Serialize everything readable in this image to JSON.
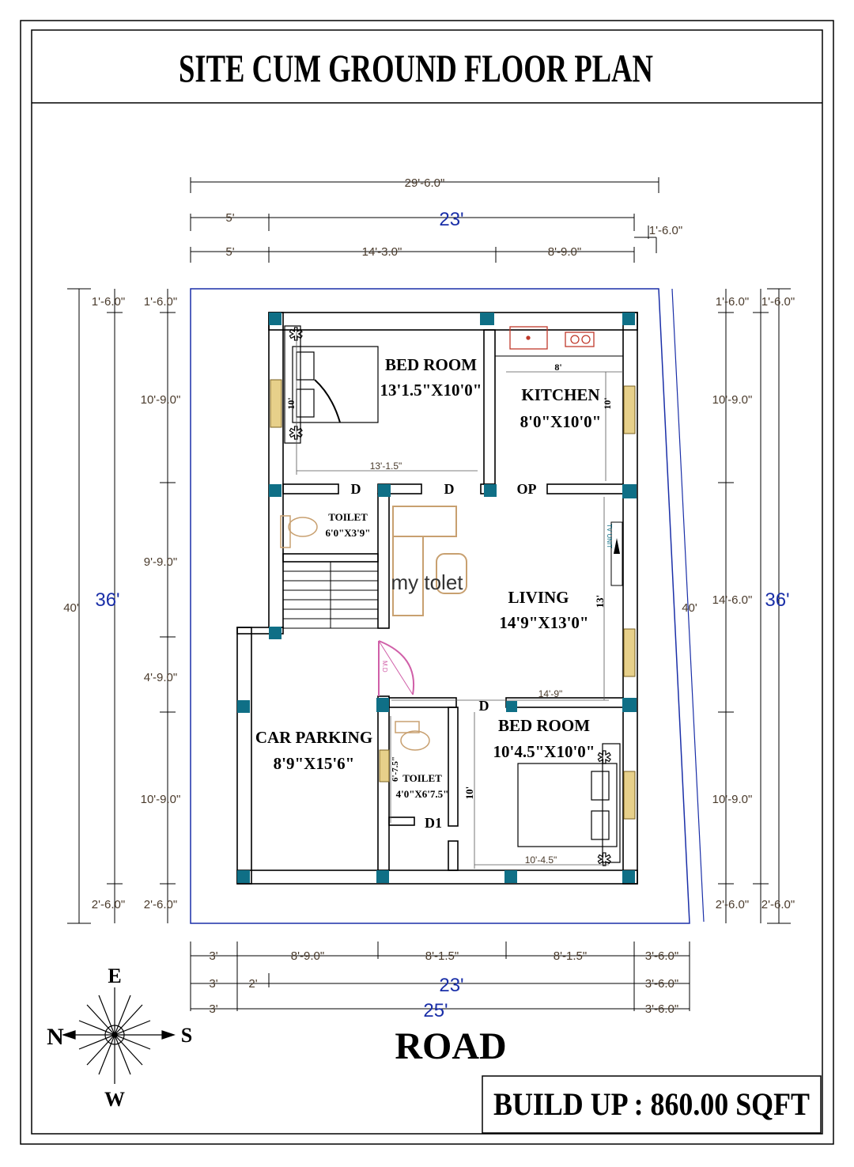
{
  "title": "SITE CUM GROUND FLOOR PLAN",
  "road": "ROAD",
  "build_up": "BUILD UP : 860.00 SQFT",
  "watermark": "my tolet",
  "compass": {
    "e": "E",
    "w": "W",
    "n": "N",
    "s": "S"
  },
  "rooms": {
    "bed1": {
      "name": "BED ROOM",
      "size": "13'1.5\"X10'0\""
    },
    "kitchen": {
      "name": "KITCHEN",
      "size": "8'0\"X10'0\""
    },
    "toilet1": {
      "name": "TOILET",
      "size": "6'0\"X3'9\""
    },
    "living": {
      "name": "LIVING",
      "size": "14'9\"X13'0\""
    },
    "parking": {
      "name": "CAR PARKING",
      "size": "8'9\"X15'6\""
    },
    "toilet2": {
      "name": "TOILET",
      "size": "4'0\"X6'7.5\""
    },
    "bed2": {
      "name": "BED ROOM",
      "size": "10'4.5\"X10'0\""
    }
  },
  "doors": {
    "d1": "D",
    "d2": "D",
    "op": "OP",
    "d3": "D",
    "d4": "D1",
    "md": "M.D"
  },
  "tv_unit": "TV UNIT",
  "inner_dims": {
    "bed1_w": "13'-1.5\"",
    "bed1_h": "10'",
    "kitchen_w": "8'",
    "kitchen_h": "10'",
    "living_w": "14'-9\"",
    "living_h": "13'",
    "bed2_w": "10'-4.5\"",
    "bed2_h": "10'",
    "toilet2_h": "6'-7.5\""
  },
  "top_dims": {
    "overall": "29'-6.0\"",
    "row2": [
      "5'",
      "23'",
      "1'-6.0\""
    ],
    "row3": [
      "5'",
      "14'-3.0\"",
      "8'-9.0\""
    ]
  },
  "bottom_dims": {
    "row1": [
      "3'",
      "8'-9.0\"",
      "8'-1.5\"",
      "8'-1.5\"",
      "3'-6.0\""
    ],
    "row2": [
      "3'",
      "2'",
      "23'",
      "3'-6.0\""
    ],
    "row3": [
      "3'",
      "25'",
      "3'-6.0\""
    ]
  },
  "left_dims": {
    "outer": "40'",
    "mid": "36'",
    "col_a": [
      "1'-6.0\"",
      "2'-6.0\""
    ],
    "col_b": [
      "1'-6.0\"",
      "10'-9.0\"",
      "9'-9.0\"",
      "4'-9.0\"",
      "10'-9.0\"",
      "2'-6.0\""
    ]
  },
  "right_dims": {
    "outer": "40'",
    "mid": "36'",
    "col_a": [
      "1'-6.0\"",
      "10'-9.0\"",
      "14'-6.0\"",
      "10'-9.0\"",
      "2'-6.0\""
    ],
    "col_b": [
      "1'-6.0\"",
      "2'-6.0\""
    ]
  },
  "colors": {
    "plot_border": "#1a2fa8",
    "column": "#0f6f86",
    "furniture": "#c8a070",
    "door": "#d05fa8"
  }
}
